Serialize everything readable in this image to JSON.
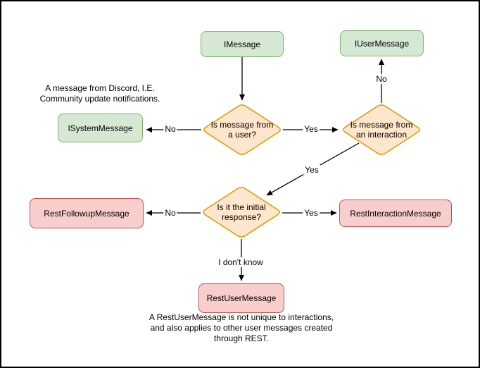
{
  "diagram": {
    "nodes": {
      "imessage": {
        "label": "IMessage",
        "type": "interface"
      },
      "iusermessage": {
        "label": "IUserMessage",
        "type": "interface"
      },
      "isystemmessage": {
        "label": "ISystemMessage",
        "type": "interface"
      },
      "decision_is_from_user": {
        "label": "Is message from a user?",
        "type": "decision"
      },
      "decision_is_from_interaction": {
        "label": "Is message from an interaction",
        "type": "decision"
      },
      "decision_is_initial_response": {
        "label": "Is it the initial response?",
        "type": "decision"
      },
      "restfollowupmessage": {
        "label": "RestFollowupMessage",
        "type": "rest"
      },
      "restinteractionmessage": {
        "label": "RestInteractionMessage",
        "type": "rest"
      },
      "restusermessage": {
        "label": "RestUserMessage",
        "type": "rest"
      }
    },
    "edge_labels": {
      "from_user_no": "No",
      "from_user_yes": "Yes",
      "from_interaction_no": "No",
      "from_interaction_yes": "Yes",
      "initial_response_no": "No",
      "initial_response_yes": "Yes",
      "initial_response_unknown": "I don't know"
    },
    "annotations": {
      "system_note_lines": [
        "A message from Discord, I.E.",
        "Community update notifications."
      ],
      "rest_note_lines": [
        "A RestUserMessage is not unique to interactions,",
        "and also applies to other user messages created",
        "through REST."
      ]
    },
    "colors": {
      "interface_fill": "#d5e8d4",
      "interface_stroke": "#82b366",
      "decision_fill": "#ffe6cc",
      "decision_stroke": "#d79b00",
      "rest_fill": "#f8cecc",
      "rest_stroke": "#b85450",
      "edge": "#000000",
      "background": "#ffffff"
    }
  }
}
